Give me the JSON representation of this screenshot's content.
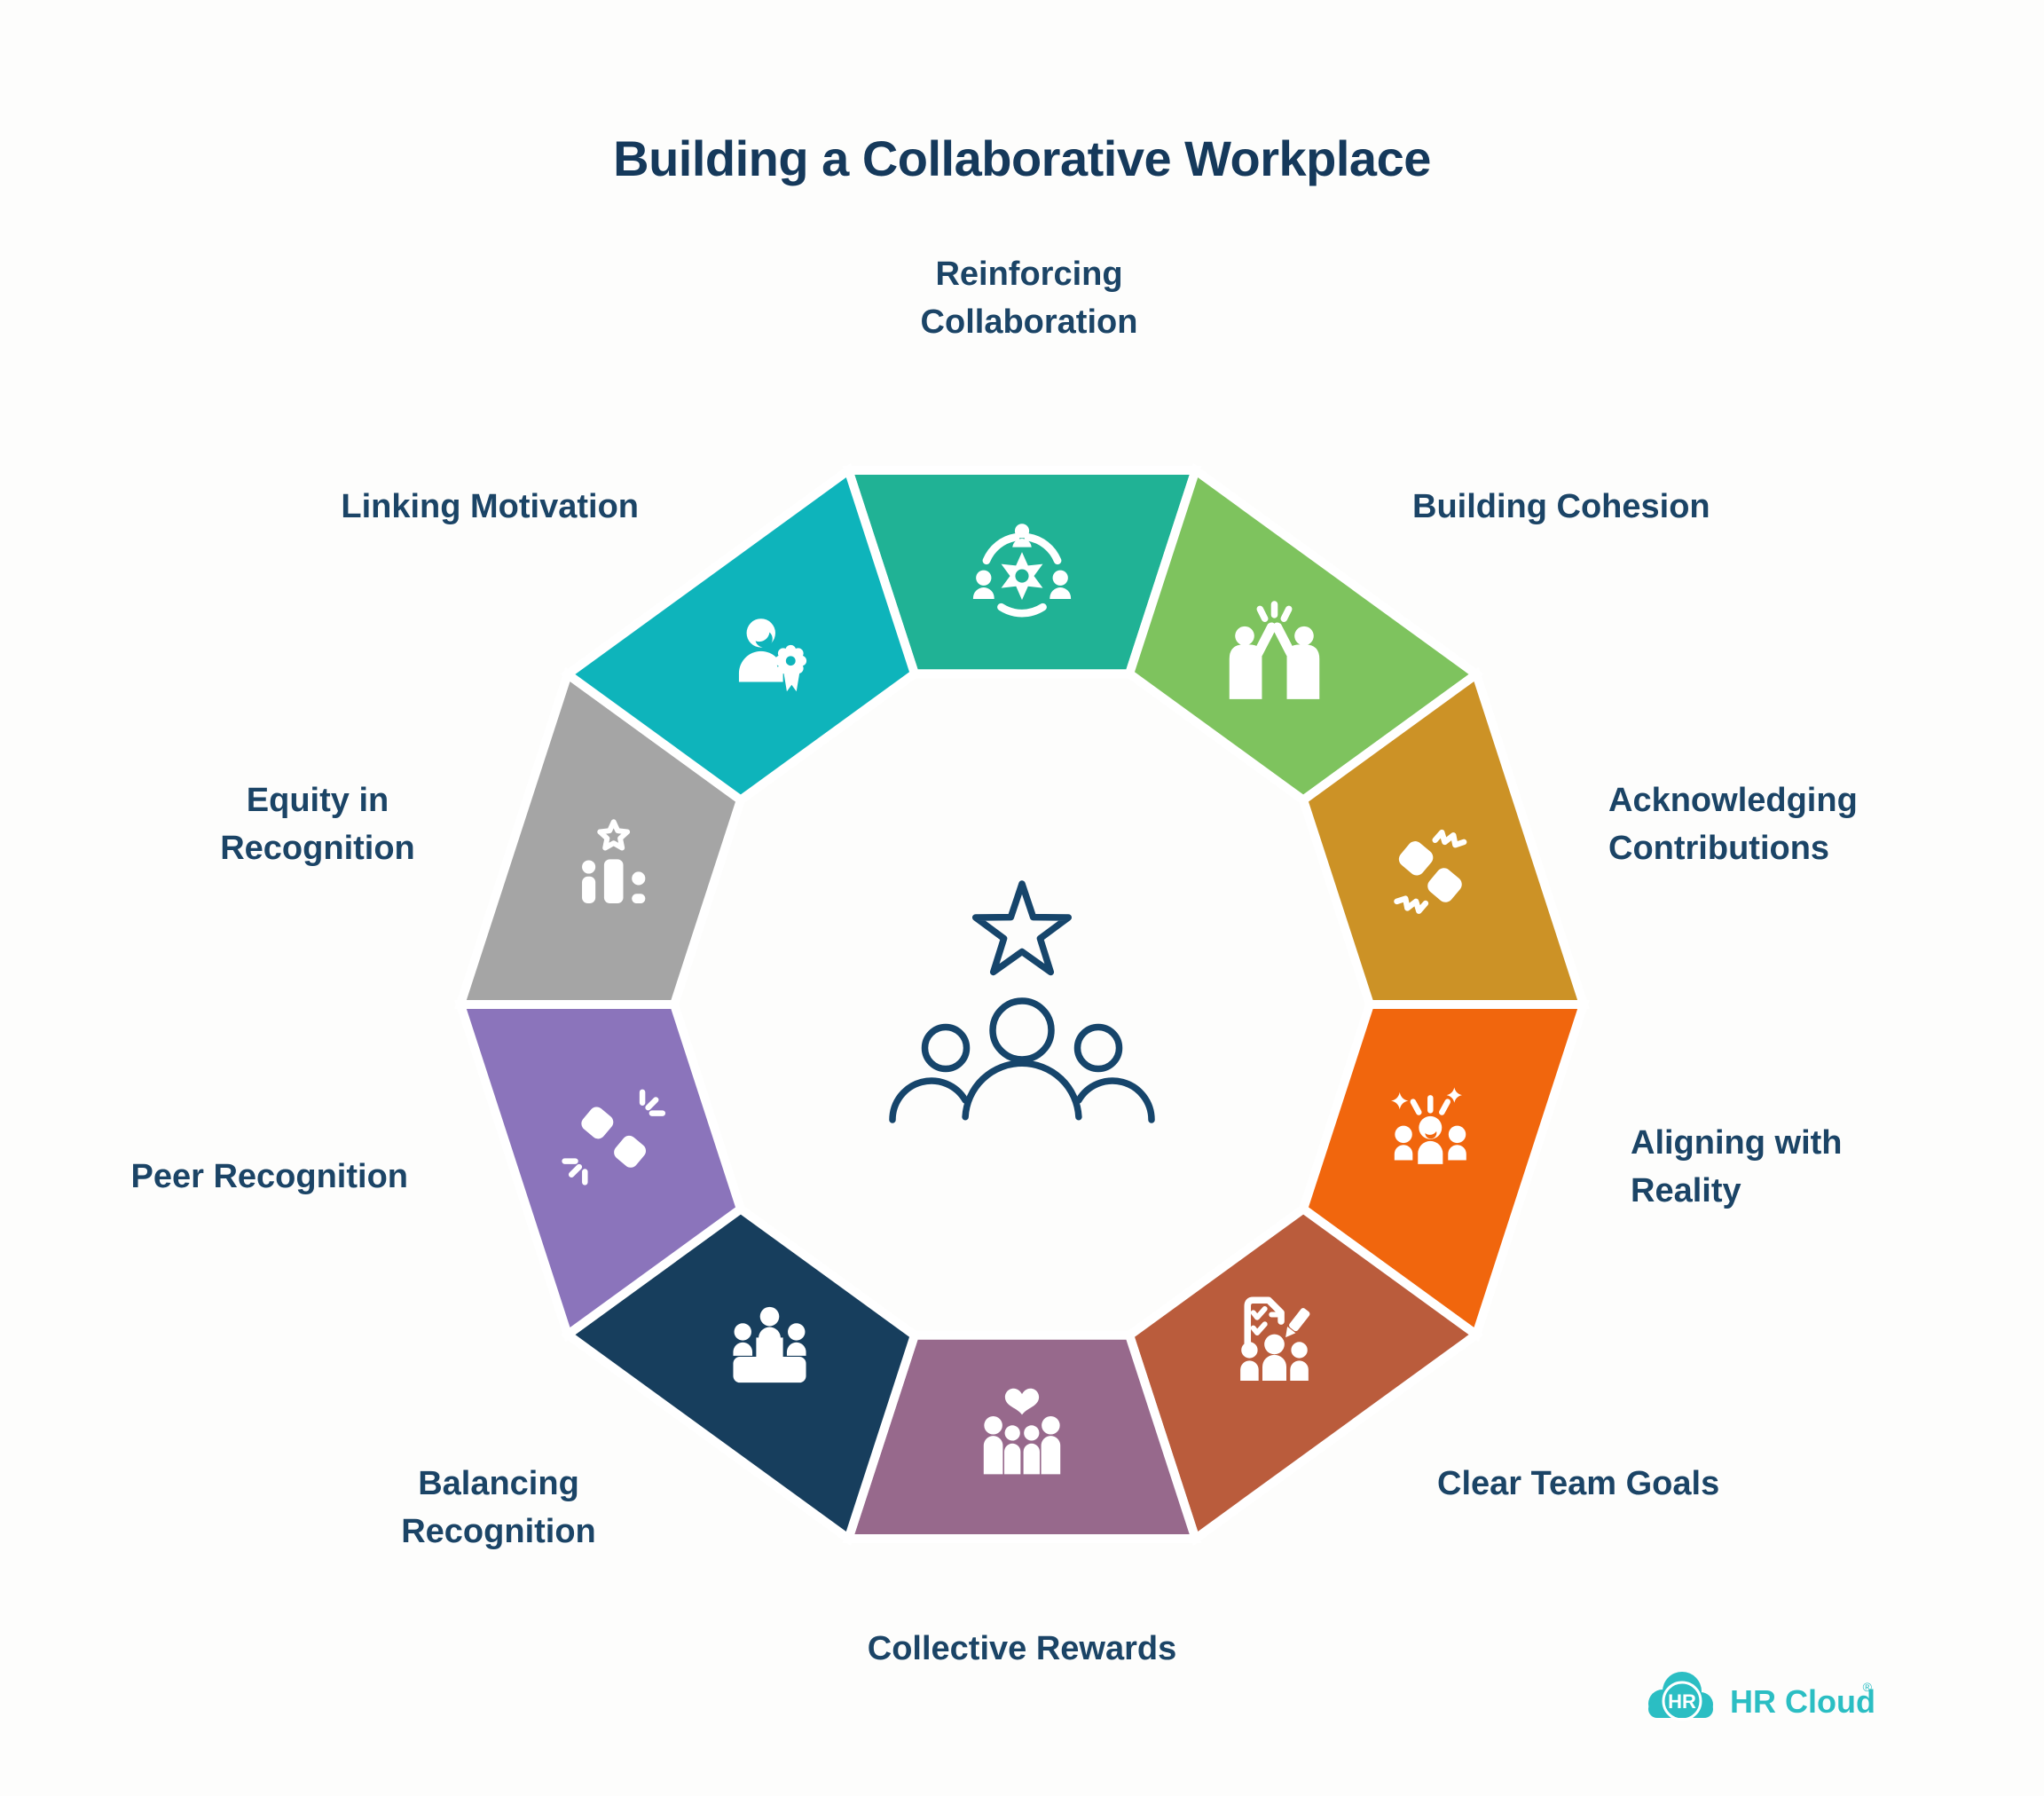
{
  "title": "Building a Collaborative Workplace",
  "title_color": "#15395B",
  "label_color": "#1B4466",
  "background": "#FDFDFC",
  "center": {
    "icon": "team-star",
    "color": "#16456B"
  },
  "segments": [
    {
      "id": "reinforcing-collaboration",
      "label": "Reinforcing Collaboration",
      "color": "#20B295",
      "icon": "people-gear"
    },
    {
      "id": "building-cohesion",
      "label": "Building Cohesion",
      "color": "#7EC35E",
      "icon": "high-five"
    },
    {
      "id": "acknowledging-contributions",
      "label": "Acknowledging Contributions",
      "color": "#CC9226",
      "icon": "fist-bump"
    },
    {
      "id": "aligning-with-reality",
      "label": "Aligning with Reality",
      "color": "#F1660D",
      "icon": "celebrating-team"
    },
    {
      "id": "clear-team-goals",
      "label": "Clear Team Goals",
      "color": "#BA5C3C",
      "icon": "checklist-team"
    },
    {
      "id": "collective-rewards",
      "label": "Collective Rewards",
      "color": "#97698C",
      "icon": "family-heart"
    },
    {
      "id": "balancing-recognition",
      "label": "Balancing Recognition",
      "color": "#173E5D",
      "icon": "podium-team"
    },
    {
      "id": "peer-recognition",
      "label": "Peer Recognition",
      "color": "#8B74BB",
      "icon": "fist-bump-spark"
    },
    {
      "id": "equity-in-recognition",
      "label": "Equity in Recognition",
      "color": "#A5A5A5",
      "icon": "ranking-star"
    },
    {
      "id": "linking-motivation",
      "label": "Linking Motivation",
      "color": "#0EB4BB",
      "icon": "person-badge"
    }
  ],
  "logo": {
    "badge": "HR",
    "name": "HR Cloud",
    "registered": "®",
    "color": "#2BBEC3"
  }
}
